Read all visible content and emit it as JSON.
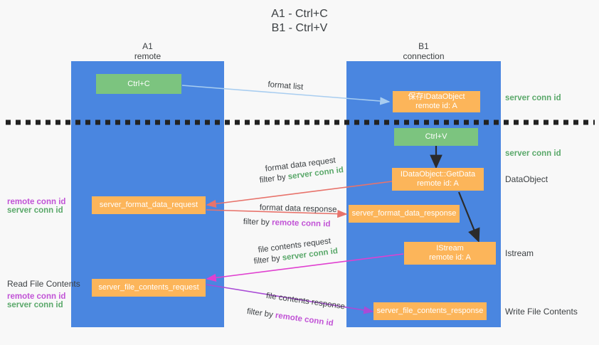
{
  "title": {
    "line1": "A1 - Ctrl+C",
    "line2": "B1 - Ctrl+V"
  },
  "columns": [
    {
      "name": "A1",
      "sub": "remote"
    },
    {
      "name": "B1",
      "sub": "connection"
    }
  ],
  "boxes": {
    "ctrl_c": {
      "label": "Ctrl+C",
      "color": "#7cc47f"
    },
    "ctrl_v": {
      "label": "Ctrl+V",
      "color": "#7cc47f"
    },
    "save_idataobject": {
      "line1": "保存IDataObject",
      "line2": "remote id: A",
      "color": "#fcb55a"
    },
    "idataobject_getdata": {
      "line1": "IDataObject::GetData",
      "line2": "remote id: A",
      "color": "#fcb55a"
    },
    "istream": {
      "line1": "IStream",
      "line2": "remote id: A",
      "color": "#fcb55a"
    },
    "server_format_data_request": {
      "label": "server_format_data_request",
      "color": "#fcb55a"
    },
    "server_format_data_response": {
      "label": "server_format_data_response",
      "color": "#fcb55a"
    },
    "server_file_contents_request": {
      "label": "server_file_contents_request",
      "color": "#fcb55a"
    },
    "server_file_contents_response": {
      "label": "server_file_contents_response",
      "color": "#fcb55a"
    }
  },
  "right_labels": {
    "server_conn_id_1": "server conn id",
    "server_conn_id_2": "server conn id",
    "dataobject": "DataObject",
    "istream": "Istream",
    "write_file_contents": "Write File Contents"
  },
  "left_labels": {
    "remote_conn_id_1": "remote conn id",
    "server_conn_id_1": "server conn id",
    "read_file_contents": "Read File Contents",
    "remote_conn_id_2": "remote conn id",
    "server_conn_id_2": "server conn id"
  },
  "annotations": {
    "format_list": "format list",
    "format_data_request": "format data request",
    "format_data_request_filter_prefix": "filter by ",
    "format_data_request_filter_value": "server conn id",
    "format_data_response": "format data response",
    "format_data_response_filter_prefix": "filter by ",
    "format_data_response_filter_value": "remote conn id",
    "file_contents_request": "file contents request",
    "file_contents_request_filter_prefix": "filter by ",
    "file_contents_request_filter_value": "server conn id",
    "file_contents_response": "file contents response",
    "file_contents_response_filter_prefix": "filter by ",
    "file_contents_response_filter_value": "remote conn id"
  },
  "colors": {
    "lane": "#4a86e0",
    "green_box": "#7cc47f",
    "orange_box": "#fcb55a",
    "conn_green": "#5aa86a",
    "conn_purple": "#c153d6",
    "arrow_lightblue": "#a8cdf0",
    "arrow_salmon": "#e8736b",
    "arrow_magenta": "#e040d0",
    "arrow_purple": "#a94bd6",
    "arrow_black": "#2b2b2b",
    "background": "#f8f8f8",
    "text": "#3c4043"
  }
}
